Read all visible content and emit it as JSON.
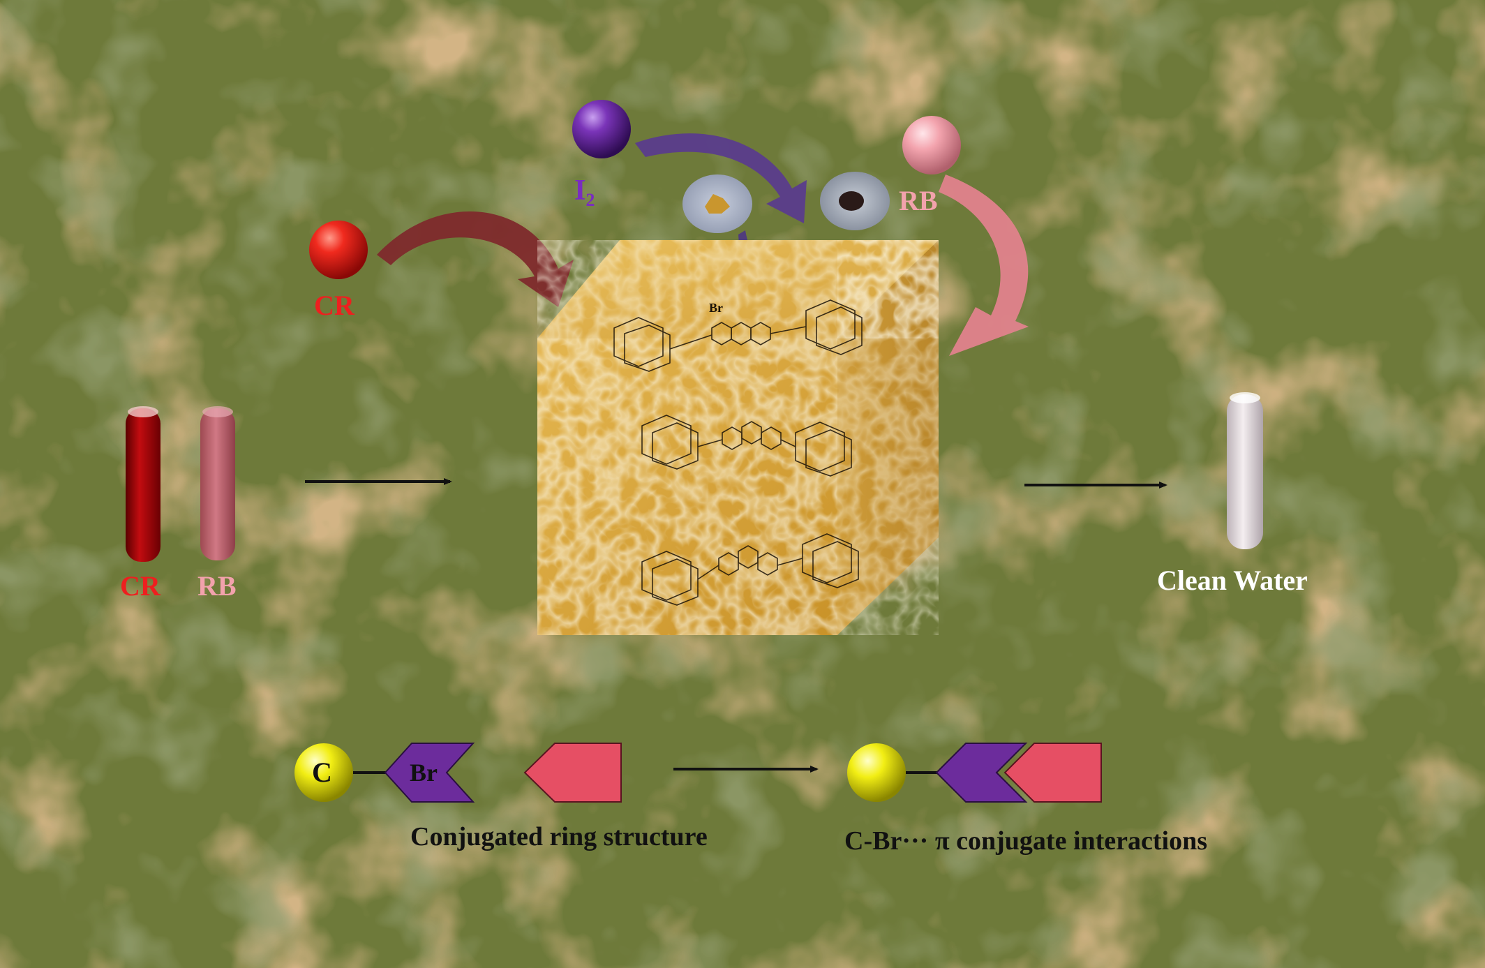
{
  "labels": {
    "cr_sphere": "CR",
    "i2_base": "I",
    "i2_sub": "2",
    "rb_sphere": "RB",
    "cr_vial": "CR",
    "rb_vial": "RB",
    "clean_water": "Clean Water",
    "c_ball": "C",
    "br_tag": "Br",
    "br_small": "Br",
    "conjugated": "Conjugated ring structure",
    "interaction": "C-Br··· π conjugate interactions"
  },
  "colors": {
    "background": "#6e7a3a",
    "background_dark": "#4d5a2a",
    "background_orange": "#c8834a",
    "cr": "#e8201c",
    "i2": "#6a2aa0",
    "rb": "#f0a0a8",
    "carbon": "#f2ee14",
    "bromine_tag": "#6c2c9c",
    "pi_ring": "#e64f64",
    "foam": "#d9a838",
    "foam_light": "#f5e3b0",
    "clean_water": "#f5f5f5",
    "arrow": "#111111"
  }
}
